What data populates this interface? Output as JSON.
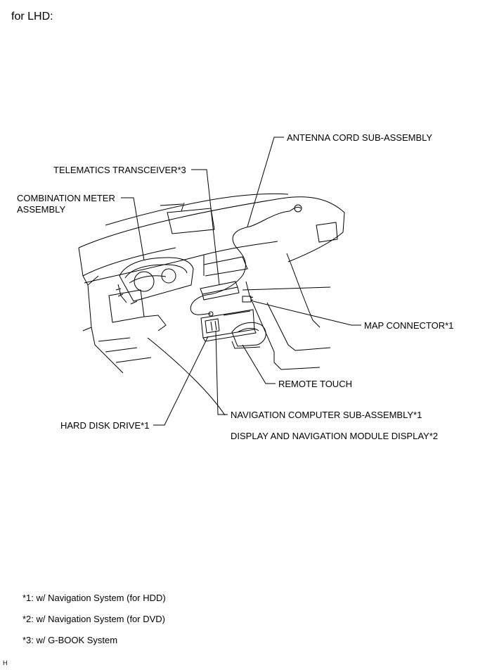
{
  "heading": "for LHD:",
  "labels": {
    "antenna": "ANTENNA CORD SUB-ASSEMBLY",
    "telematics": "TELEMATICS TRANSCEIVER*3",
    "meter_line1": "COMBINATION METER",
    "meter_line2": "ASSEMBLY",
    "map_connector": "MAP CONNECTOR*1",
    "remote_touch": "REMOTE TOUCH",
    "nav_computer": "NAVIGATION COMPUTER SUB-ASSEMBLY*1",
    "display_nav": "DISPLAY AND NAVIGATION MODULE DISPLAY*2",
    "hdd": "HARD DISK DRIVE*1"
  },
  "footnotes": [
    "*1: w/ Navigation System (for HDD)",
    "*2: w/ Navigation System (for DVD)",
    "*3: w/ G-BOOK System"
  ],
  "corner_mark": "H"
}
